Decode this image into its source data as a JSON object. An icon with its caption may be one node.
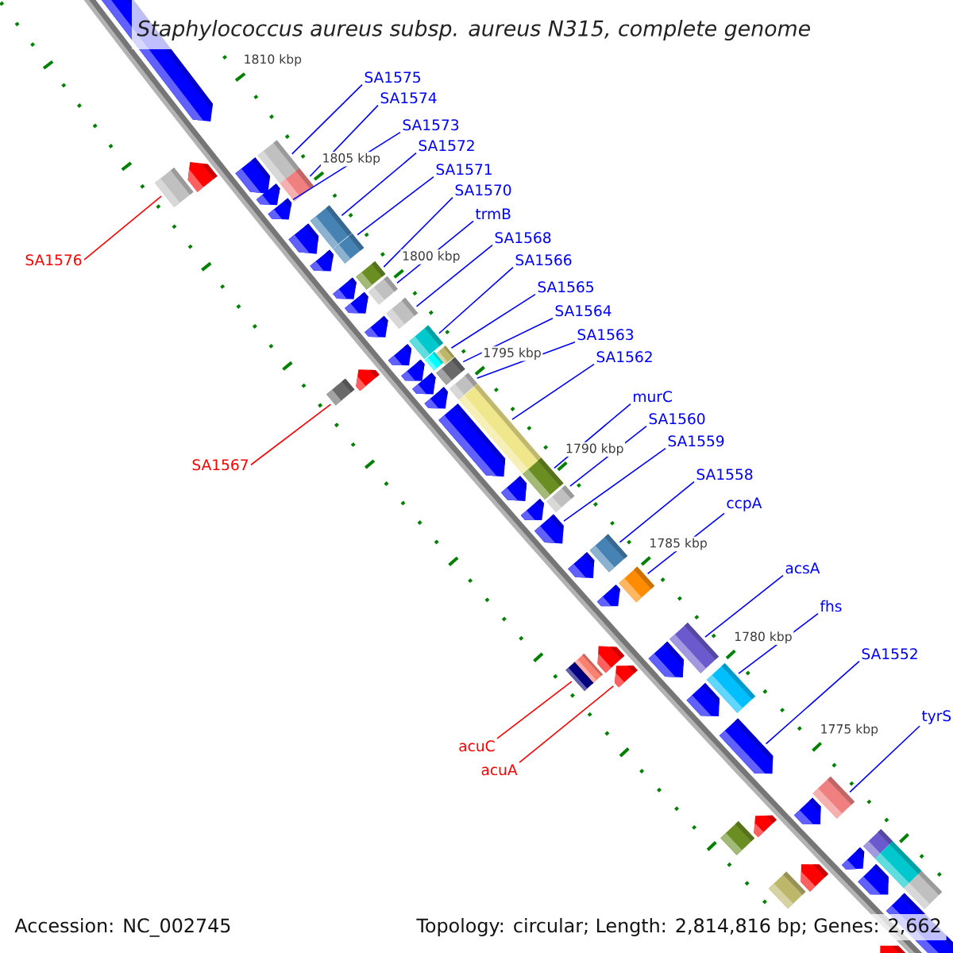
{
  "diagram": {
    "title": "Staphylococcus aureus subsp. aureus N315, complete genome",
    "nodes": [
      {
        "text": [
          "SA1575"
        ]
      },
      {
        "text": [
          "SA1574"
        ]
      },
      {
        "text": [
          "SA1573"
        ]
      },
      {
        "text": [
          "SA1572"
        ]
      },
      {
        "text": [
          "SA1571"
        ]
      },
      {
        "text": [
          "SA1570"
        ]
      },
      {
        "text": [
          "trmB"
        ]
      },
      {
        "text": [
          "SA1568"
        ]
      },
      {
        "text": [
          "SA1576"
        ]
      },
      {
        "text": [
          "SA1566"
        ]
      },
      {
        "text": [
          "SA1565"
        ]
      },
      {
        "text": [
          "SA1564"
        ]
      },
      {
        "text": [
          "SA1563"
        ]
      },
      {
        "text": [
          "SA1562"
        ]
      },
      {
        "text": [
          "murC"
        ]
      },
      {
        "text": [
          "SA1560"
        ]
      },
      {
        "text": [
          "SA1559"
        ]
      },
      {
        "text": [
          "SA1567"
        ]
      },
      {
        "text": [
          "SA1558"
        ]
      },
      {
        "text": [
          "ccpA"
        ]
      },
      {
        "text": [
          "acsA"
        ]
      },
      {
        "text": [
          "fhs"
        ]
      },
      {
        "text": [
          "SA1552"
        ]
      },
      {
        "text": [
          "tyrS"
        ]
      },
      {
        "text": [
          "acuC"
        ]
      },
      {
        "text": [
          "acuA"
        ]
      },
      {
        "text": [],
        "shape": "pentagon"
      },
      {
        "text": [],
        "shape": "bar"
      },
      {
        "text": [],
        "shape": "pentagon"
      },
      {
        "text": [],
        "shape": "pentagon"
      },
      {
        "text": [],
        "shape": "bar"
      },
      {
        "text": [],
        "shape": "bar"
      },
      {
        "text": [],
        "shape": "pentagon"
      },
      {
        "text": [],
        "shape": "pentagon"
      },
      {
        "text": [],
        "shape": "bar"
      },
      {
        "text": [],
        "shape": "pentagon"
      },
      {
        "text": [],
        "shape": "bar"
      },
      {
        "text": [],
        "shape": "pentagon"
      },
      {
        "text": [],
        "shape": "bar"
      },
      {
        "text": [],
        "shape": "bar"
      },
      {
        "text": [],
        "shape": "pentagon"
      },
      {
        "text": [],
        "shape": "pentagon"
      },
      {
        "text": [],
        "shape": "bar"
      },
      {
        "text": [],
        "shape": "pentagon"
      },
      {
        "text": [],
        "shape": "bar"
      },
      {
        "text": [],
        "shape": "bar"
      },
      {
        "text": [],
        "shape": "pentagon"
      },
      {
        "text": [],
        "shape": "bar"
      },
      {
        "text": [],
        "shape": "bar"
      },
      {
        "text": [],
        "shape": "pentagon"
      },
      {
        "text": [],
        "shape": "pentagon"
      },
      {
        "text": [],
        "shape": "pentagon"
      },
      {
        "text": [],
        "shape": "bar"
      },
      {
        "text": [],
        "shape": "bar"
      },
      {
        "text": [],
        "shape": "pentagon"
      },
      {
        "text": [],
        "shape": "bar"
      },
      {
        "text": [],
        "shape": "pentagon"
      },
      {
        "text": [],
        "shape": "bar"
      },
      {
        "text": [],
        "shape": "pentagon"
      },
      {
        "text": [],
        "shape": "bar"
      },
      {
        "text": [],
        "shape": "pentagon"
      },
      {
        "text": [],
        "shape": "pentagon"
      },
      {
        "text": [],
        "shape": "bar"
      },
      {
        "text": [],
        "shape": "pentagon"
      },
      {
        "text": [],
        "shape": "bar"
      },
      {
        "text": [],
        "shape": "pentagon"
      },
      {
        "text": [],
        "shape": "bar"
      },
      {
        "text": [],
        "shape": "pentagon"
      },
      {
        "text": [],
        "shape": "pentagon"
      },
      {
        "text": [],
        "shape": "pentagon"
      },
      {
        "text": [],
        "shape": "bar"
      },
      {
        "text": [],
        "shape": "bar"
      },
      {
        "text": [],
        "shape": "bar"
      },
      {
        "text": [],
        "shape": "pentagon"
      },
      {
        "text": [],
        "shape": "pentagon"
      },
      {
        "text": [],
        "shape": "bar"
      },
      {
        "text": [],
        "shape": "pentagon"
      },
      {
        "text": [],
        "shape": "pentagon"
      },
      {
        "text": [],
        "shape": "bar"
      },
      {
        "text": [],
        "shape": "bar"
      },
      {
        "text": [],
        "shape": "pentagon"
      },
      {
        "text": [],
        "shape": "bar"
      },
      {
        "text": [],
        "shape": "pentagon"
      },
      {
        "text": [],
        "shape": "pentagon"
      },
      {
        "text": [],
        "shape": "bar"
      },
      {
        "text": [],
        "shape": "bar"
      },
      {
        "text": [],
        "shape": "pentagon"
      },
      {
        "text": [],
        "shape": "pentagon"
      }
    ],
    "edges": [
      {
        "from": 0,
        "to": 27,
        "arrow": "none"
      },
      {
        "from": 1,
        "to": 30,
        "arrow": "none"
      },
      {
        "from": 2,
        "to": 33,
        "arrow": "none"
      },
      {
        "from": 3,
        "to": 34,
        "arrow": "none"
      },
      {
        "from": 4,
        "to": 36,
        "arrow": "none"
      },
      {
        "from": 5,
        "to": 38,
        "arrow": "none"
      },
      {
        "from": 6,
        "to": 39,
        "arrow": "none"
      },
      {
        "from": 7,
        "to": 42,
        "arrow": "none"
      },
      {
        "from": 8,
        "to": 31,
        "arrow": "none",
        "color": "#ff0000"
      },
      {
        "from": 9,
        "to": 44,
        "arrow": "none"
      },
      {
        "from": 10,
        "to": 45,
        "arrow": "none"
      },
      {
        "from": 11,
        "to": 48,
        "arrow": "none"
      },
      {
        "from": 12,
        "to": 52,
        "arrow": "none"
      },
      {
        "from": 13,
        "to": 55,
        "arrow": "none"
      },
      {
        "from": 14,
        "to": 57,
        "arrow": "none"
      },
      {
        "from": 15,
        "to": 59,
        "arrow": "none"
      },
      {
        "from": 16,
        "to": 61,
        "arrow": "none"
      },
      {
        "from": 17,
        "to": 53,
        "arrow": "none",
        "color": "#ff0000"
      },
      {
        "from": 18,
        "to": 62,
        "arrow": "none"
      },
      {
        "from": 19,
        "to": 64,
        "arrow": "none"
      },
      {
        "from": 20,
        "to": 66,
        "arrow": "none"
      },
      {
        "from": 21,
        "to": 72,
        "arrow": "none"
      },
      {
        "from": 22,
        "to": 74,
        "arrow": "none"
      },
      {
        "from": 23,
        "to": 75,
        "arrow": "none"
      },
      {
        "from": 24,
        "to": 70,
        "arrow": "none",
        "color": "#ff0000"
      },
      {
        "from": 25,
        "to": 69,
        "arrow": "none",
        "color": "#ff0000"
      }
    ],
    "labels": [
      "1810 kbp",
      "1805 kbp",
      "1800 kbp",
      "1795 kbp",
      "1790 kbp",
      "1785 kbp",
      "1780 kbp",
      "1775 kbp",
      "Accession: NC_002745",
      "Topology: circular; Length: 2,814,816 bp; Genes: 2,662"
    ]
  }
}
